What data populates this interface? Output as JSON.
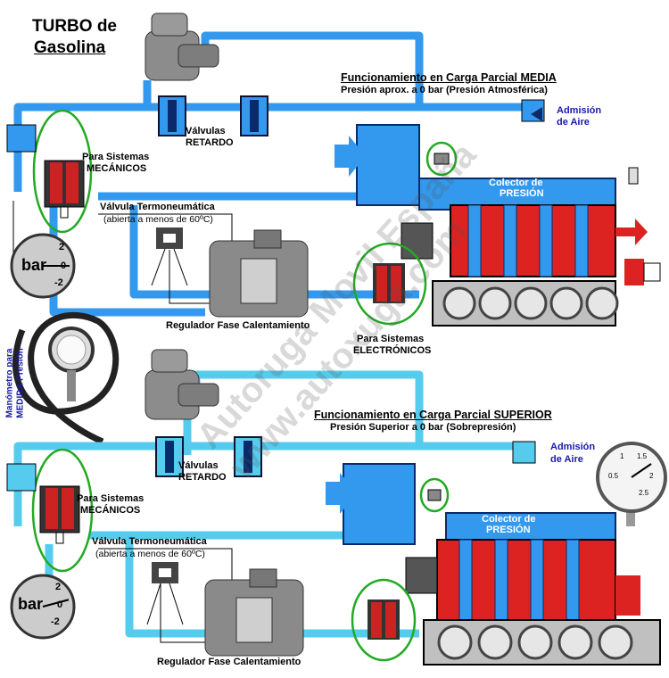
{
  "title": {
    "line1": "TURBO de",
    "line2": "Gasolina"
  },
  "side_label": {
    "line1": "Manómetro para",
    "line2": "MEDIDA Presión"
  },
  "watermark": {
    "line1": "Autoruga Movil España",
    "line2": "www.autoxuga.com"
  },
  "top": {
    "heading": "Funcionamiento en Carga Parcial MEDIA",
    "subheading": "Presión aprox. a 0 bar (Presión Atmosférica)",
    "air_intake": {
      "line1": "Admisión",
      "line2": "de Aire"
    },
    "collector": {
      "line1": "Colector de",
      "line2": "PRESIÓN"
    },
    "valves": {
      "line1": "Válvulas",
      "line2": "RETARDO"
    },
    "mechanical": {
      "line1": "Para Sistemas",
      "line2": "MECÁNICOS"
    },
    "thermo": {
      "line1": "Válvula Termoneumática",
      "line2": "(abierta a menos de 60ºC)"
    },
    "regulator": "Regulador Fase Calentamiento",
    "electronic": {
      "line1": "Para Sistemas",
      "line2": "ELECTRÓNICOS"
    },
    "gauge": {
      "unit": "bar",
      "ticks": [
        "2",
        "0",
        "-2"
      ],
      "reading_bar": 0
    }
  },
  "bottom": {
    "heading": "Funcionamiento en Carga Parcial SUPERIOR",
    "subheading": "Presión Superior a 0 bar (Sobrepresión)",
    "air_intake": {
      "line1": "Admisión",
      "line2": "de Aire"
    },
    "collector": {
      "line1": "Colector de",
      "line2": "PRESIÓN"
    },
    "valves": {
      "line1": "Válvulas",
      "line2": "RETARDO"
    },
    "mechanical": {
      "line1": "Para Sistemas",
      "line2": "MECÁNICOS"
    },
    "thermo": {
      "line1": "Válvula Termoneumática",
      "line2": "(abierta a menos de 60ºC)"
    },
    "regulator": "Regulador Fase Calentamiento",
    "gauge": {
      "unit": "bar",
      "ticks": [
        "2",
        "0",
        "-2"
      ],
      "reading_bar": 0.5
    },
    "pressure_gauge_ticks": [
      "0.5",
      "1",
      "1.5",
      "2",
      "2.5"
    ]
  },
  "colors": {
    "pipe_top": "#3399ee",
    "pipe_bottom": "#55ccee",
    "collector": "#3399ee",
    "exhaust": "#dd2222",
    "highlight_circle": "#22aa22",
    "label_blue": "#1a1aa8"
  }
}
